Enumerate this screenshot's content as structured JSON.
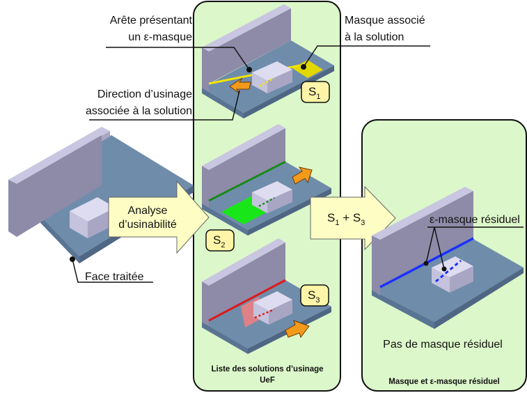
{
  "labels": {
    "arete_line1": "Arête présentant",
    "arete_line2": "un ε-masque",
    "masque_line1": "Masque associé",
    "masque_line2": "à la solution",
    "direction_line1": "Direction d’usinage",
    "direction_line2": "associée à la solution",
    "face_traitee": "Face traitée",
    "eps_residuel": "ε-masque résiduel",
    "pas_de_masque": "Pas de masque résiduel"
  },
  "arrows": {
    "analyse_line1": "Analyse",
    "analyse_line2": "d’usinabilité",
    "combination": "S + S",
    "combination_sub1": "1",
    "combination_sub2": "3"
  },
  "solutions": [
    {
      "letter": "S",
      "sub": "1"
    },
    {
      "letter": "S",
      "sub": "2"
    },
    {
      "letter": "S",
      "sub": "3"
    }
  ],
  "panels": {
    "middle_caption_line1": "Liste des solutions d’usinage",
    "middle_caption_line2": "UeF",
    "right_caption": "Masque et ε-masque résiduel"
  },
  "colors": {
    "panel_fill": "#dcf7c9",
    "panel_border": "#111111",
    "plate": "#6f8cab",
    "plate_edge": "#4f6784",
    "wall_front": "#8d8ba8",
    "wall_top": "#c8c6e0",
    "wall_side": "#a9a7c4",
    "block_top": "#dedcf0",
    "block_front": "#c4c2dc",
    "block_side": "#a8a6c3",
    "arrow_fill": "#fdfdc4",
    "label_box": "#fff5a8",
    "edge_yellow": "#f2e600",
    "edge_green": "#1a8a1a",
    "edge_red": "#e01818",
    "edge_blue": "#1a30ff",
    "mask_yellow": "#e2d800",
    "mask_green": "#19e619",
    "mask_red": "#f08080",
    "orange": "#f39a1a"
  }
}
